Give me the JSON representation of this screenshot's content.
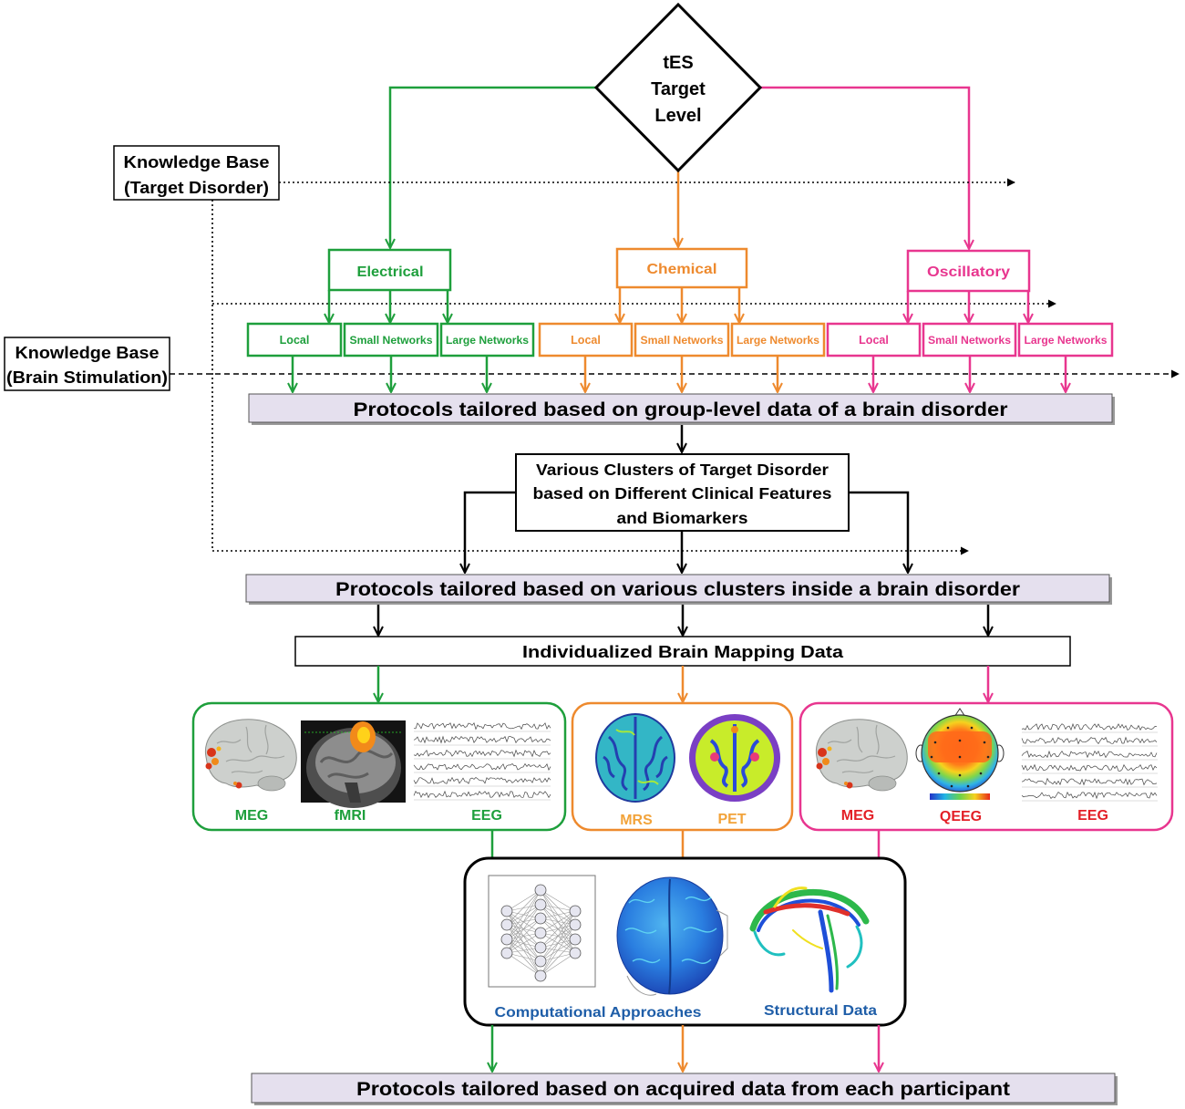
{
  "diamond": {
    "lines": [
      "tES",
      "Target",
      "Level"
    ]
  },
  "kb_target": {
    "line1": "Knowledge Base",
    "line2": "(Target Disorder)"
  },
  "kb_stim": {
    "line1": "Knowledge Base",
    "line2": "(Brain Stimulation)"
  },
  "levels": [
    {
      "label": "Electrical",
      "subs": [
        "Local",
        "Small Networks",
        "Large Networks"
      ]
    },
    {
      "label": "Chemical",
      "subs": [
        "Local",
        "Small Networks",
        "Large Networks"
      ]
    },
    {
      "label": "Oscillatory",
      "subs": [
        "Local",
        "Small Networks",
        "Large Networks"
      ]
    }
  ],
  "protocols": {
    "group": "Protocols tailored based on group-level data of a brain disorder",
    "clusters": "Protocols tailored based on various clusters inside a brain disorder",
    "participant": "Protocols tailored based on acquired data from each participant"
  },
  "clusters": [
    "Various Clusters of Target Disorder",
    "based on Different Clinical Features",
    "and Biomarkers"
  ],
  "mapping": "Individualized Brain Mapping Data",
  "modalities": {
    "electrical": [
      "MEG",
      "fMRI",
      "EEG"
    ],
    "chemical": [
      "MRS",
      "PET"
    ],
    "oscillatory": [
      "MEG",
      "QEEG",
      "EEG"
    ]
  },
  "analysis": {
    "computational": "Computational Approaches",
    "structural": "Structural Data"
  },
  "colors": {
    "electrical": "#1e9f3c",
    "chemical": "#ee8a2e",
    "oscillatory": "#e8368f",
    "analysis_label": "#1f5ea8",
    "chemical_modality_label": "#f2a33a",
    "oscillatory_modality_label": "#e31f26",
    "protocol_fill": "#e5e0ee"
  }
}
